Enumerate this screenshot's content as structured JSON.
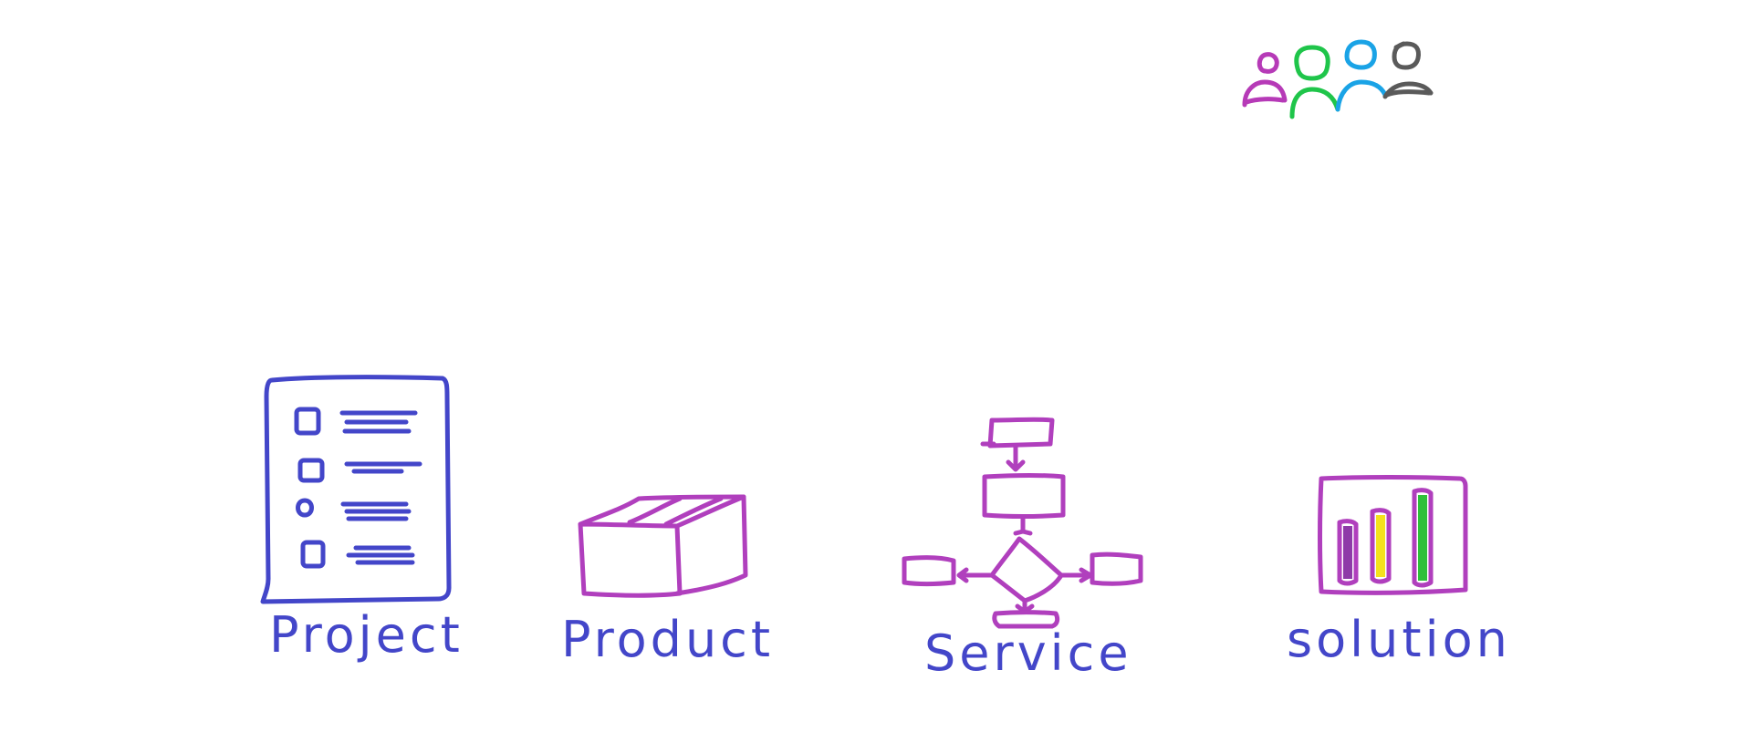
{
  "colors": {
    "ink_blue": "#4346c9",
    "ink_magenta": "#b03fbd",
    "user_magenta": "#b63ab7",
    "user_green": "#1fc54a",
    "user_cyan": "#1aa3e6",
    "user_gray": "#5a5a5a",
    "bar_purple": "#8e3aa8",
    "bar_yellow": "#f4e21d",
    "bar_green": "#2fbf3a",
    "background": "#ffffff"
  },
  "icons": {
    "team": "people-group-icon",
    "project": "checklist-document-icon",
    "product": "box-icon",
    "service": "flowchart-icon",
    "solution": "bar-chart-icon"
  },
  "labels": {
    "project": "Project",
    "product": "Product",
    "service": "Service",
    "solution": "solution"
  }
}
